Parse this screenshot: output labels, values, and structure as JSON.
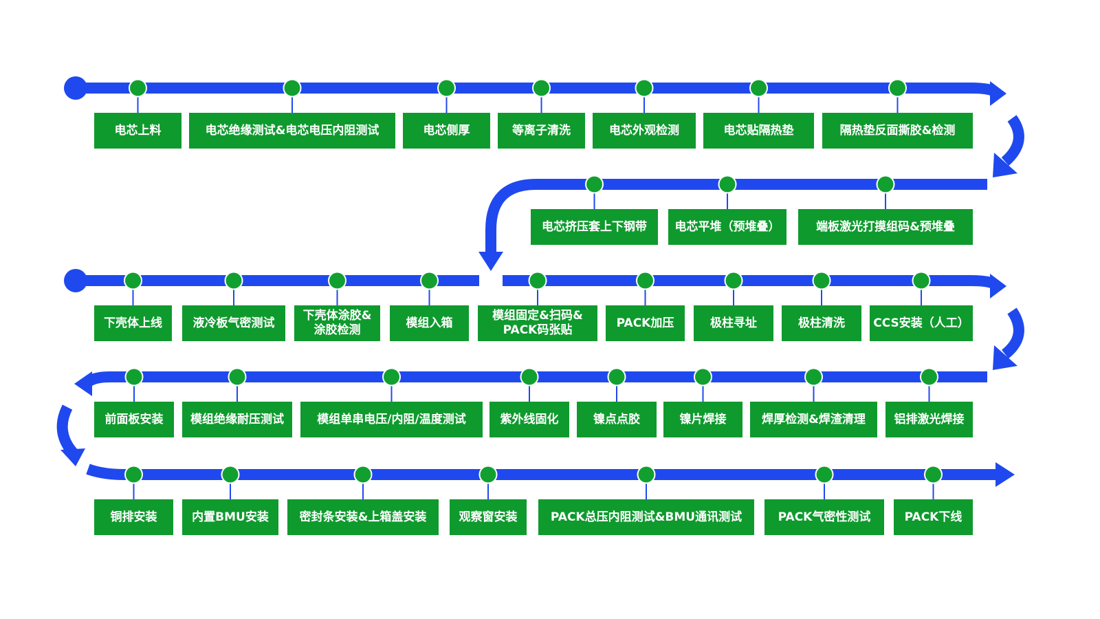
{
  "colors": {
    "track": "#1f49ee",
    "node": "#11a02f",
    "box": "#0f9a2e",
    "text": "#ffffff"
  },
  "rows": [
    {
      "steps": [
        "电芯上料",
        "电芯绝缘测试&电芯电压内阻测试",
        "电芯侧厚",
        "等离子清洗",
        "电芯外观检测",
        "电芯贴隔热垫",
        "隔热垫反面撕胶&检测"
      ]
    },
    {
      "steps": [
        "电芯挤压套上下钢带",
        "电芯平堆（预堆叠）",
        "端板激光打摸组码&预堆叠"
      ]
    },
    {
      "steps": [
        "下壳体上线",
        "液冷板气密测试",
        "下壳体涂胶&\n涂胶检测",
        "模组入箱",
        "模组固定&扫码&\nPACK码张贴",
        "PACK加压",
        "极柱寻址",
        "极柱清洗",
        "CCS安装（人工）"
      ]
    },
    {
      "steps": [
        "前面板安装",
        "模组绝缘耐压测试",
        "模组单串电压/内阻/温度测试",
        "紫外线固化",
        "镍点点胶",
        "镍片焊接",
        "焊厚检测&焊渣清理",
        "铝排激光焊接"
      ]
    },
    {
      "steps": [
        "铜排安装",
        "内置BMU安装",
        "密封条安装&上箱盖安装",
        "观察窗安装",
        "PACK总压内阻测试&BMU通讯测试",
        "PACK气密性测试",
        "PACK下线"
      ]
    }
  ]
}
